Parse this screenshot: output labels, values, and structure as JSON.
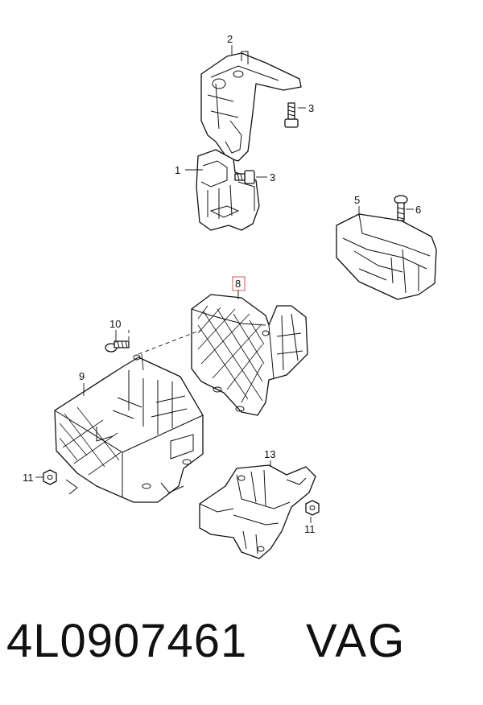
{
  "callouts": {
    "c1": "1",
    "c2": "2",
    "c3a": "3",
    "c3b": "3",
    "c5": "5",
    "c6": "6",
    "c8": "8",
    "c9": "9",
    "c10": "10",
    "c11a": "11",
    "c11b": "11",
    "c13": "13"
  },
  "footer": {
    "part_number": "4L0907461",
    "brand": "VAG"
  },
  "highlight_color": "#d9534f"
}
